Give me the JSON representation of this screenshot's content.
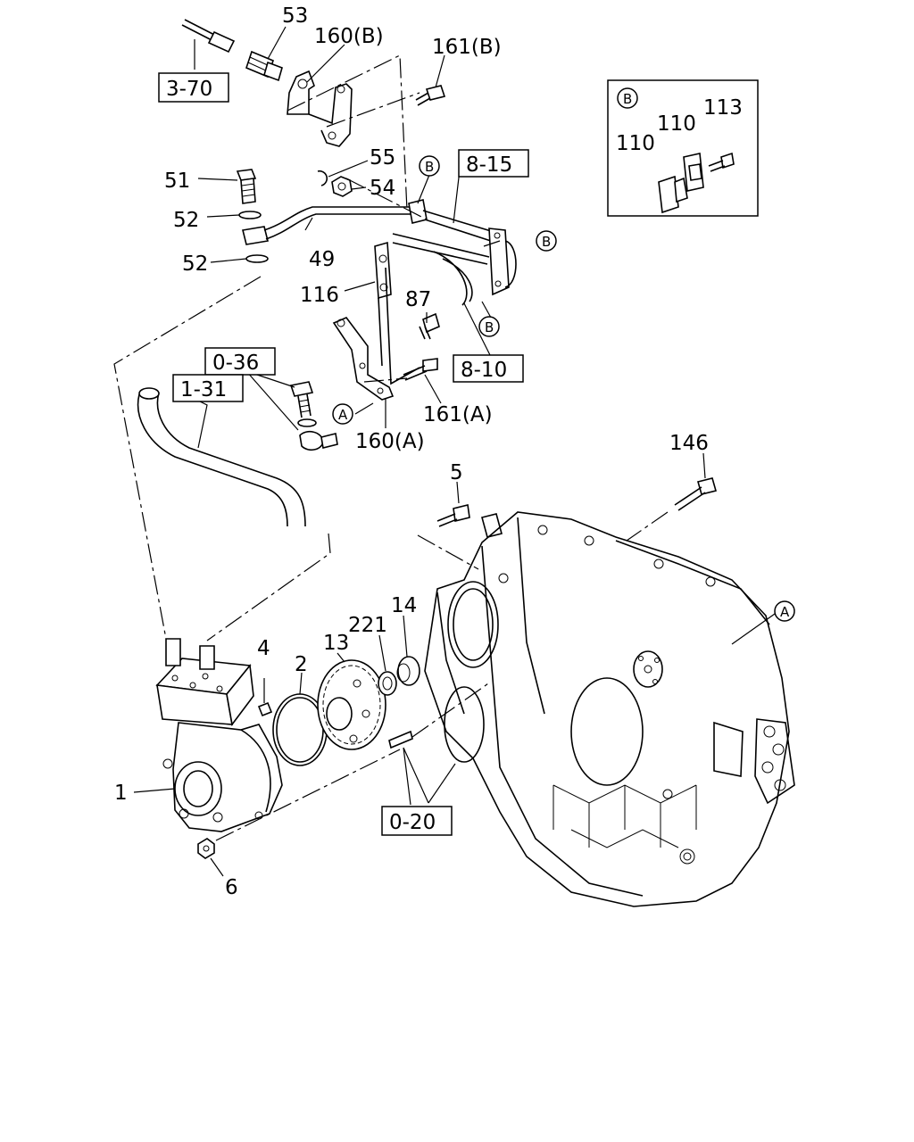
{
  "callouts": {
    "c53": "53",
    "c160b": "160(B)",
    "c161b": "161(B)",
    "c55": "55",
    "c54": "54",
    "c51": "51",
    "c52a": "52",
    "c52b": "52",
    "c49": "49",
    "c116": "116",
    "c87": "87",
    "c161a": "161(A)",
    "c160a": "160(A)",
    "c146": "146",
    "c5": "5",
    "c14": "14",
    "c221": "221",
    "c13": "13",
    "c4": "4",
    "c2": "2",
    "c1": "1",
    "c6": "6",
    "c113": "113",
    "c110a": "110",
    "c110b": "110"
  },
  "references": {
    "r370": "3-70",
    "r815": "8-15",
    "r810": "8-10",
    "r036": "0-36",
    "r131": "1-31",
    "r020": "0-20"
  },
  "markers": {
    "b_inset": "B",
    "b1": "B",
    "b2": "B",
    "b3": "B",
    "a1": "A",
    "a2": "A"
  }
}
